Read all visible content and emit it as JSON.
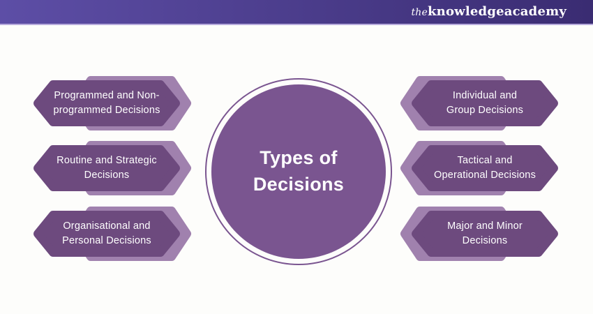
{
  "header": {
    "logo": {
      "the": "the",
      "knowledge": "knowledge",
      "academy": "academy"
    }
  },
  "center": {
    "title": "Types of\nDecisions"
  },
  "items_left": [
    {
      "label": "Programmed and Non-\nprogrammed Decisions"
    },
    {
      "label": "Routine and Strategic\nDecisions"
    },
    {
      "label": "Organisational and\nPersonal Decisions"
    }
  ],
  "items_right": [
    {
      "label": "Individual and\nGroup Decisions"
    },
    {
      "label": "Tactical and\nOperational Decisions"
    },
    {
      "label": "Major and Minor\nDecisions"
    }
  ],
  "colors": {
    "header-grad-start": "#5d4ea6",
    "header-grad-end": "#3a2c72",
    "header-underline": "#b7abdc",
    "hex-dark": "#6d4a7e",
    "hex-light": "#a081ae",
    "circle-fill": "#7a5590",
    "circle-ring": "#7a5590",
    "page-bg": "#fdfdfb",
    "text-light": "#ffffff"
  }
}
